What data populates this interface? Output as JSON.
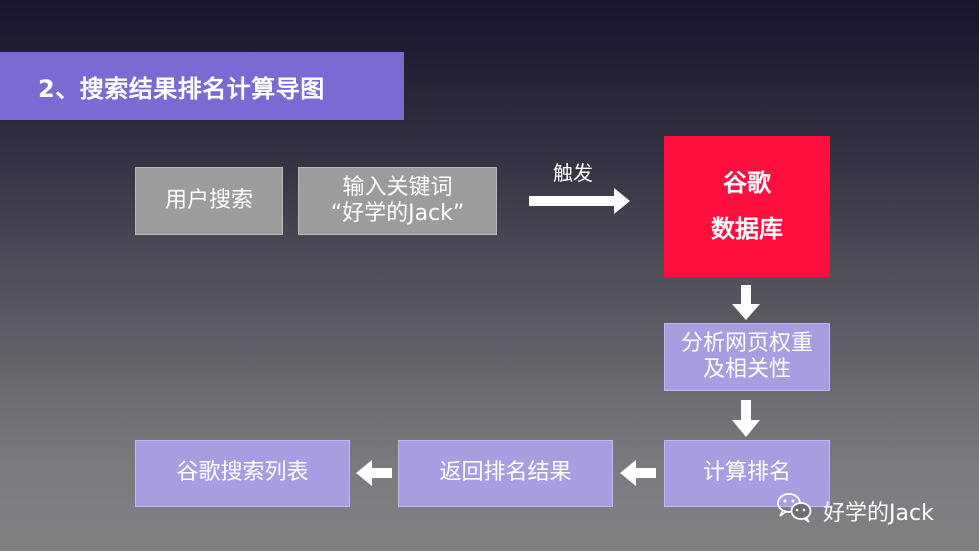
{
  "title": "2、搜索结果排名计算导图",
  "nodes": {
    "user_search": "用户搜索",
    "input_keyword_line1": "输入关键词",
    "input_keyword_line2": "“好学的Jack”",
    "trigger_label": "触发",
    "database_line1": "谷歌",
    "database_line2": "数据库",
    "analyze_line1": "分析网页权重",
    "analyze_line2": "及相关性",
    "compute_rank": "计算排名",
    "return_results": "返回排名结果",
    "google_list": "谷歌搜索列表"
  },
  "watermark": {
    "text": "好学的Jack",
    "icon": "wechat-icon"
  },
  "colors": {
    "title_bar": "#7b6ad3",
    "gray_box": "#9c9c9c",
    "lavender_box": "#a69ee1",
    "database_box": "#ff0f3e",
    "arrow": "#ffffff"
  }
}
